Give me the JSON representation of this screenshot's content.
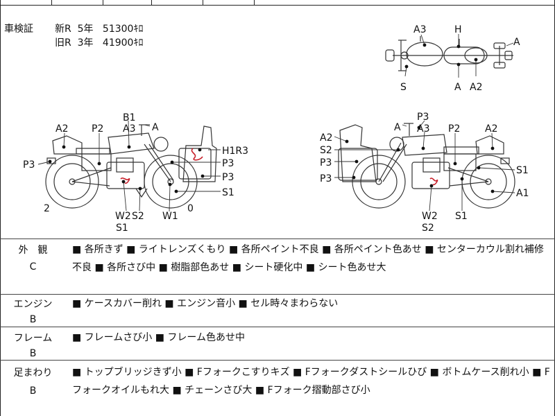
{
  "registration": {
    "label": "車検証",
    "rows": [
      {
        "kind": "新R",
        "years": "5年",
        "price": "51300ｷﾛ"
      },
      {
        "kind": "旧R",
        "years": "3年",
        "price": "41900ｷﾛ"
      }
    ]
  },
  "diagram_labels": {
    "top": {
      "A3": "A3",
      "H": "H",
      "A_right": "A",
      "S": "S",
      "A_bottom": "A",
      "A2": "A2"
    },
    "left": {
      "B1": "B1",
      "A3": "A3",
      "A_top": "A",
      "A2": "A2",
      "P2": "P2",
      "P3_left": "P3",
      "H1R3": "H1R3",
      "P3_a": "P3",
      "P3_b": "P3",
      "S1": "S1",
      "W2": "W2",
      "S2": "S2",
      "S1_bottom": "S1",
      "W1": "W1",
      "num_2": "2",
      "num_0": "0"
    },
    "right": {
      "P3_top": "P3",
      "A_top": "A",
      "A3": "A3",
      "P2": "P2",
      "A2_right": "A2",
      "A2_left": "A2",
      "S2_left": "S2",
      "P3_mid": "P3",
      "P3_low": "P3",
      "S1_right": "S1",
      "A1": "A1",
      "W2": "W2",
      "S2_bottom": "S2",
      "S1_bottom": "S1"
    }
  },
  "sections": [
    {
      "category": "外　観",
      "grade": "C",
      "text": "■ 各所きず ■ ライトレンズくもり ■ 各所ペイント不良 ■ 各所ペイント色あせ ■ センターカウル割れ補修不良 ■ 各所さび中 ■ 樹脂部色あせ ■ シート硬化中 ■ シート色あせ大"
    },
    {
      "category": "エンジン",
      "grade": "B",
      "text": "■ ケースカバー削れ ■ エンジン音小 ■ セル時々まわらない"
    },
    {
      "category": "フレーム",
      "grade": "B",
      "text": "■ フレームさび小 ■ フレーム色あせ中"
    },
    {
      "category": "足まわり",
      "grade": "B",
      "text": "■ トップブリッジきず小 ■ Fフォークこすりキズ ■ Fフォークダストシールひび ■ ボトムケース削れ小 ■ Fフォークオイルもれ大 ■ チェーンさび大 ■ Fフォーク摺動部さび小"
    }
  ]
}
